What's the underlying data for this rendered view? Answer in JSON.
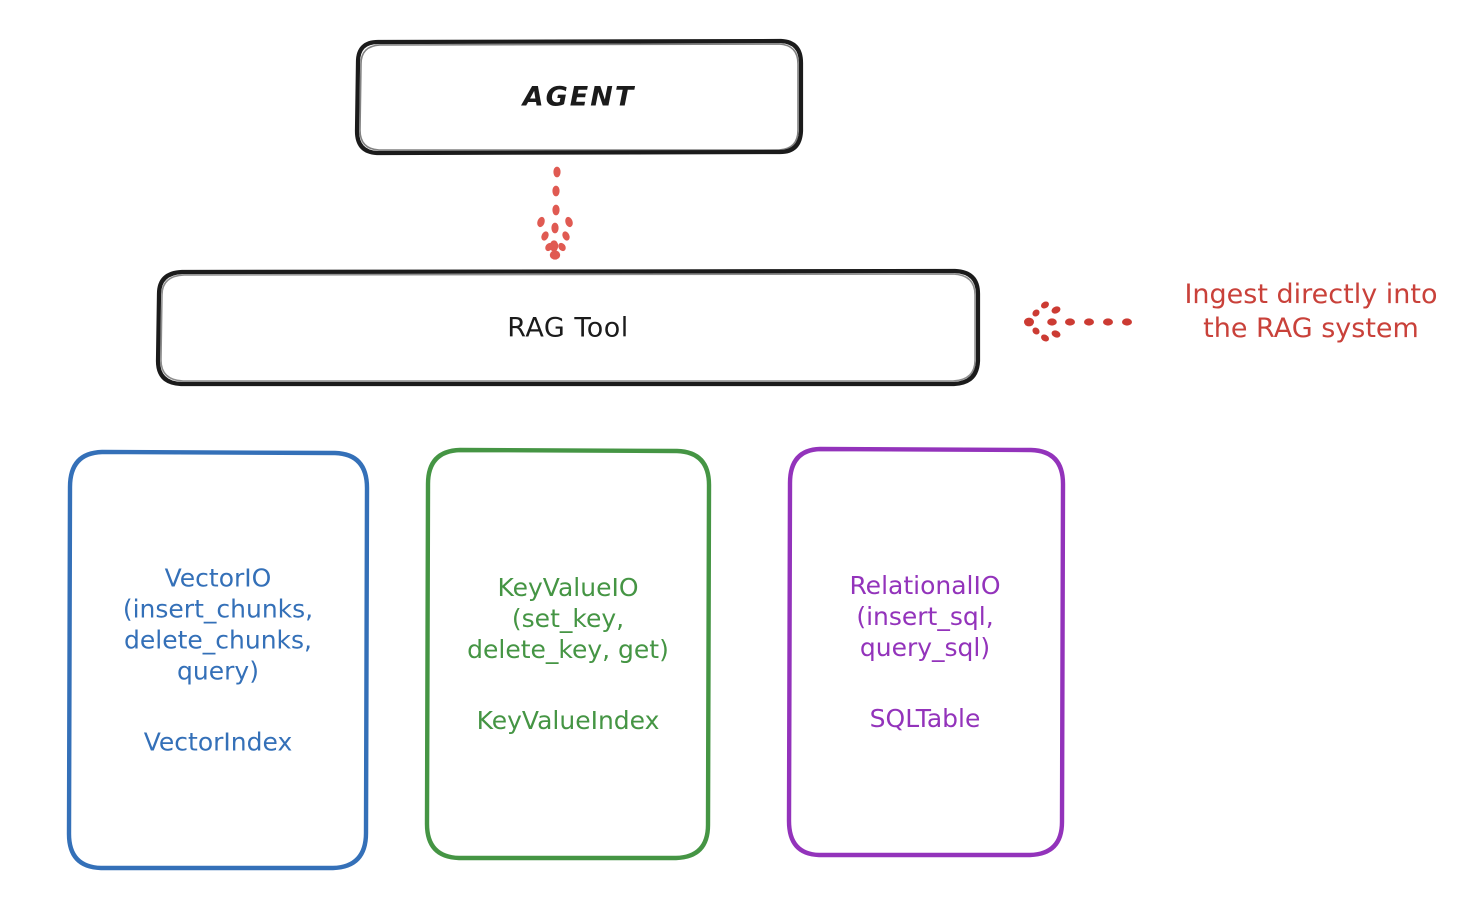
{
  "diagram": {
    "title_hidden": "",
    "nodes": {
      "agent": {
        "label": "AGENT",
        "stroke_color": "#1b1b1b"
      },
      "rag_tool": {
        "label": "RAG Tool",
        "stroke_color": "#1b1b1b"
      },
      "vector_io": {
        "api": "VectorIO\n(insert_chunks,\ndelete_chunks,\nquery)",
        "index": "VectorIndex",
        "color": "#3470b8"
      },
      "key_value_io": {
        "api": "KeyValueIO\n(set_key,\ndelete_key, get)",
        "index": "KeyValueIndex",
        "color": "#459544"
      },
      "relational_io": {
        "api": "RelationalIO\n(insert_sql,\nquery_sql)",
        "index": "SQLTable",
        "color": "#9333bb"
      }
    },
    "annotations": {
      "ingest_note": "Ingest directly into\nthe RAG system",
      "ingest_note_color": "#c9413a"
    },
    "connectors": {
      "agent_to_rag": {
        "style": "dotted-arrow-down",
        "color": "#e05a52"
      },
      "note_to_rag": {
        "style": "dotted-arrow-left",
        "color": "#cc3b33"
      }
    }
  }
}
